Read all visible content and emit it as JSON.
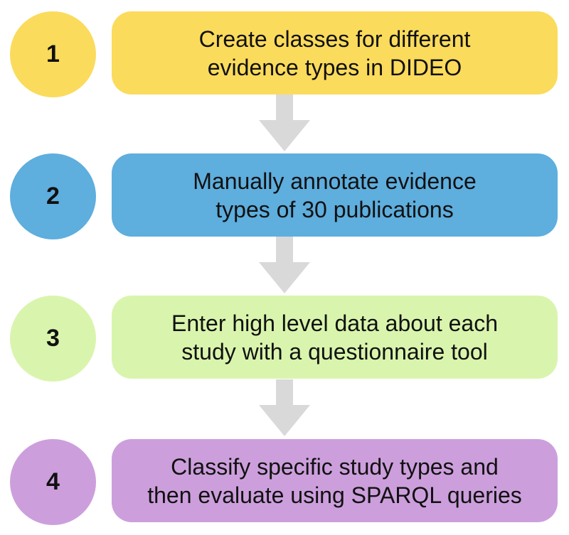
{
  "colors": {
    "step1": "#fbdb5c",
    "step2": "#5eaede",
    "step3": "#d9f5ad",
    "step4": "#cc9fdc",
    "arrow": "#d9d9d9"
  },
  "steps": [
    {
      "number": "1",
      "line1": "Create classes for different",
      "line2": "evidence types in DIDEO"
    },
    {
      "number": "2",
      "line1": "Manually annotate evidence",
      "line2": "types of 30 publications"
    },
    {
      "number": "3",
      "line1": "Enter high level data about each",
      "line2": "study with a questionnaire tool"
    },
    {
      "number": "4",
      "line1": "Classify specific study types and",
      "line2": "then evaluate using SPARQL queries"
    }
  ]
}
